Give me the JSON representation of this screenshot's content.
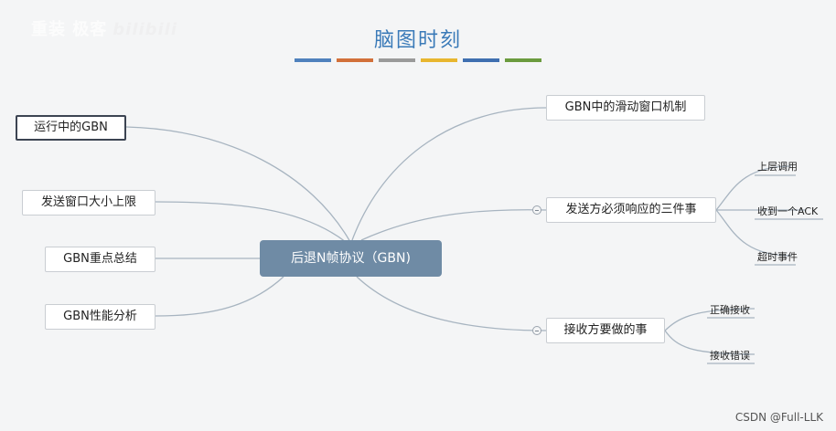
{
  "watermark": {
    "channel": "重装 极客",
    "brand": "bilibili",
    "csdn": "CSDN @Full-LLK"
  },
  "title": "脑图时刻",
  "title_colors": [
    "#4f81bd",
    "#d2703a",
    "#9a9a9a",
    "#e8b62f",
    "#3f6fb0",
    "#6b9b3e"
  ],
  "central": "后退N帧协议（GBN)",
  "left_branches": [
    "运行中的GBN",
    "发送窗口大小上限",
    "GBN重点总结",
    "GBN性能分析"
  ],
  "right_branches": {
    "sliding": "GBN中的滑动窗口机制",
    "sender": {
      "label": "发送方必须响应的三件事",
      "children": [
        "上层调用",
        "收到一个ACK",
        "超时事件"
      ]
    },
    "receiver": {
      "label": "接收方要做的事",
      "children": [
        "正确接收",
        "接收错误"
      ]
    }
  }
}
